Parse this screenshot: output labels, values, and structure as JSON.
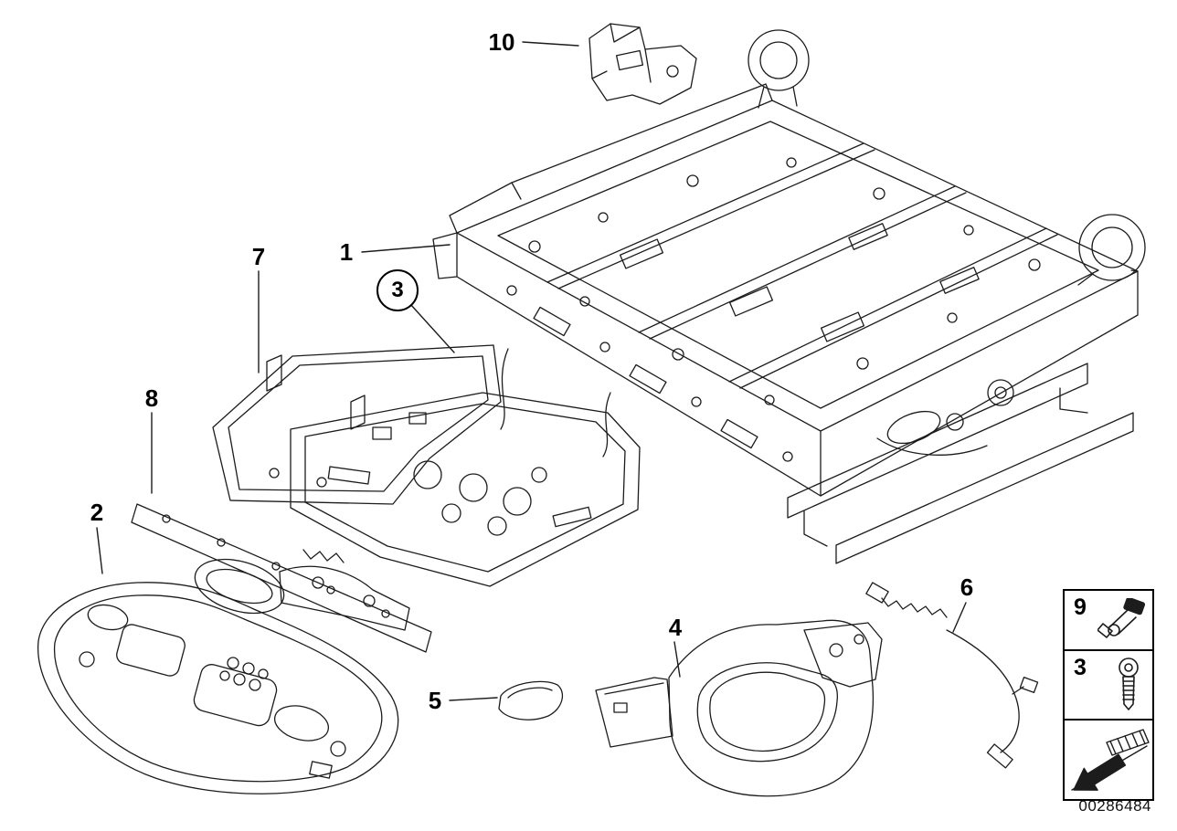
{
  "diagram": {
    "type": "exploded-parts-diagram",
    "subject": "vehicle seat frame and mechanism",
    "callouts": [
      {
        "id": "10",
        "label": "10",
        "circled": false
      },
      {
        "id": "1",
        "label": "1",
        "circled": false
      },
      {
        "id": "3",
        "label": "3",
        "circled": true
      },
      {
        "id": "7",
        "label": "7",
        "circled": false
      },
      {
        "id": "8",
        "label": "8",
        "circled": false
      },
      {
        "id": "2",
        "label": "2",
        "circled": false
      },
      {
        "id": "5",
        "label": "5",
        "circled": false
      },
      {
        "id": "4",
        "label": "4",
        "circled": false
      },
      {
        "id": "6",
        "label": "6",
        "circled": false
      }
    ],
    "legend": {
      "items": [
        {
          "label": "9",
          "icon": "pin-clamp-icon"
        },
        {
          "label": "3",
          "icon": "torx-screw-icon"
        }
      ],
      "direction_symbol": "front-direction-arrow-icon"
    },
    "doc_number": "00286484",
    "colors": {
      "line": "#1c1c1c",
      "background": "#ffffff"
    }
  }
}
